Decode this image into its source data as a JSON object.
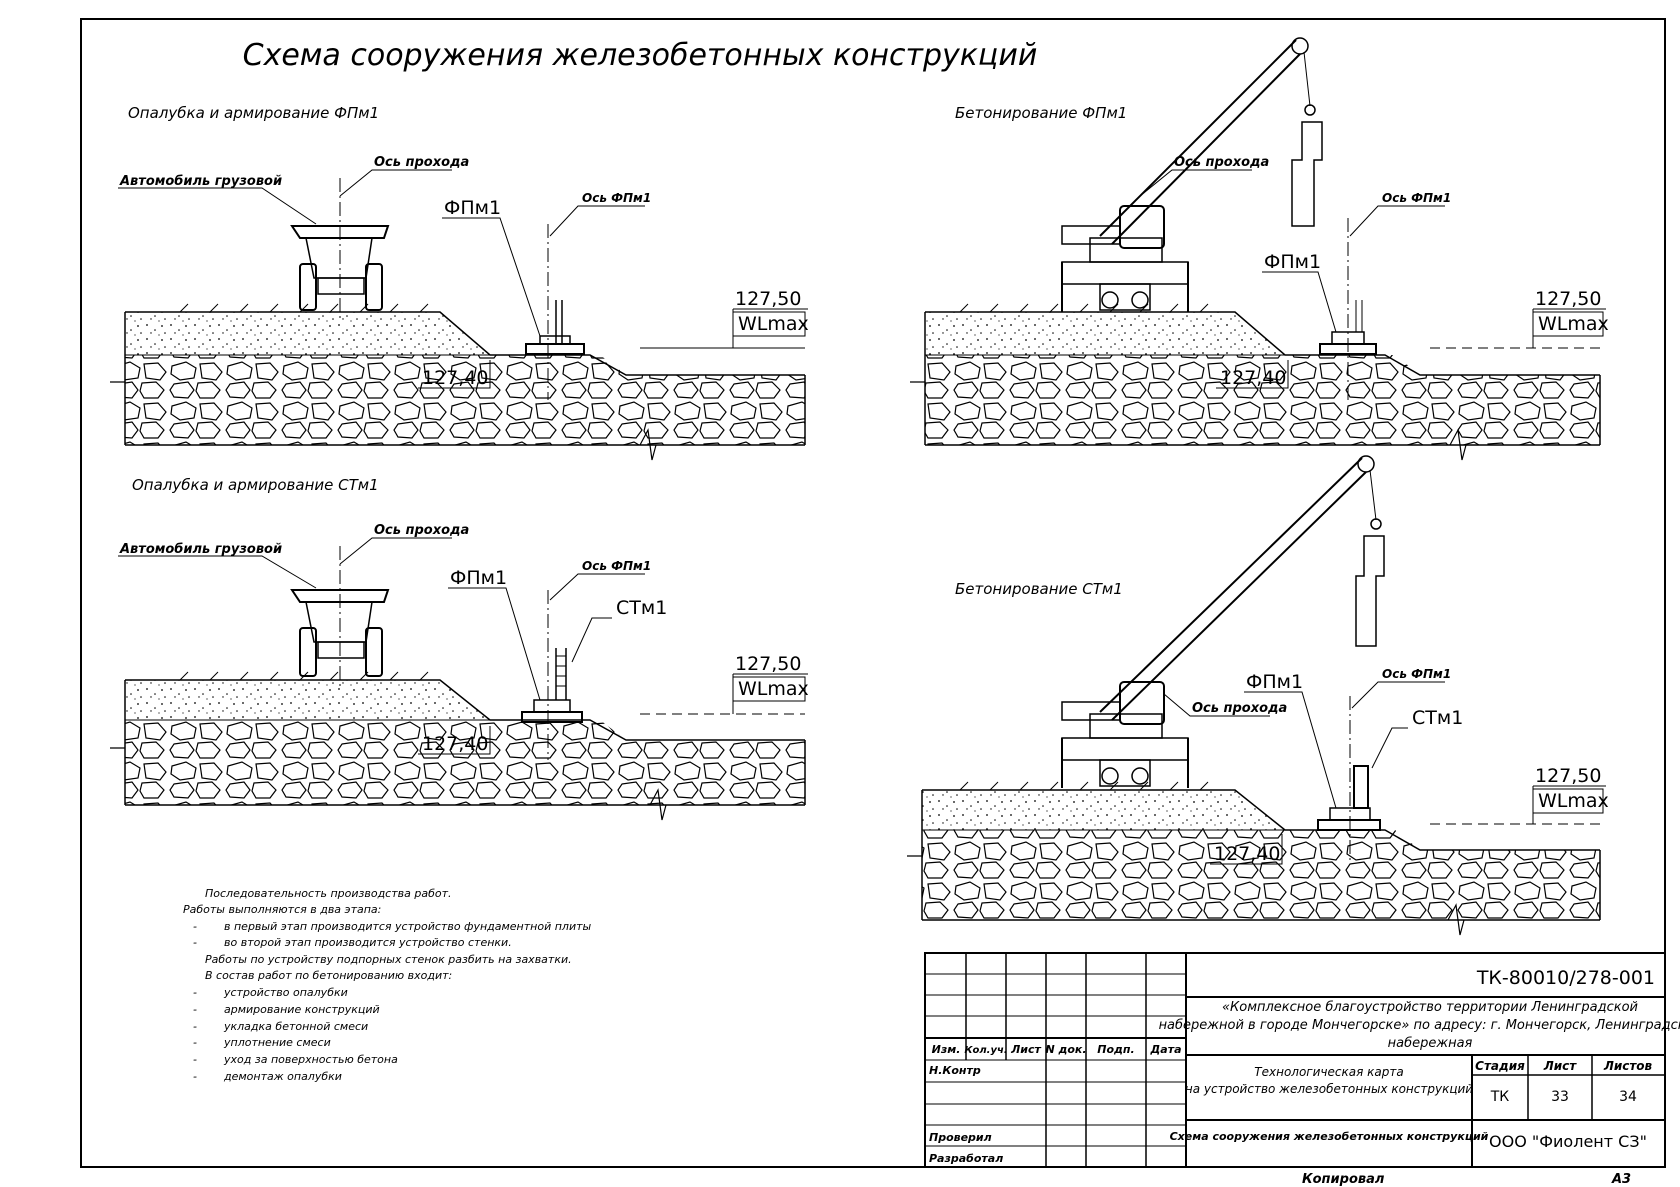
{
  "sheet_title": "Схема сооружения железобетонных конструкций",
  "panels": {
    "p1": {
      "title": "Опалубка и армирование ФПм1",
      "vehicle_label": "Автомобиль грузовой",
      "axis_passage_label": "Ось прохода",
      "axis_fpm_label": "Ось ФПм1",
      "element_label": "ФПм1",
      "elev_top": "127,50",
      "wl_label": "WLmax",
      "elev_low": "127,40"
    },
    "p2": {
      "title": "Бетонирование ФПм1",
      "axis_passage_label": "Ось прохода",
      "axis_fpm_label": "Ось ФПм1",
      "element_label": "ФПм1",
      "elev_top": "127,50",
      "wl_label": "WLmax",
      "elev_low": "127,40"
    },
    "p3": {
      "title": "Опалубка и армирование СТм1",
      "vehicle_label": "Автомобиль грузовой",
      "axis_passage_label": "Ось прохода",
      "axis_fpm_label": "Ось ФПм1",
      "element_label": "ФПм1",
      "wall_label": "СТм1",
      "elev_top": "127,50",
      "wl_label": "WLmax",
      "elev_low": "127,40"
    },
    "p4": {
      "title": "Бетонирование СТм1",
      "axis_passage_label": "Ось прохода",
      "axis_fpm_label": "Ось ФПм1",
      "element_label": "ФПм1",
      "wall_label": "СТм1",
      "elev_top": "127,50",
      "wl_label": "WLmax",
      "elev_low": "127,40"
    }
  },
  "notes": {
    "heading": "Последовательность производства работ.",
    "l1": "Работы выполняются в два этапа:",
    "l2": "в первый этап производится устройство фундаментной плиты",
    "l3": "во второй этап производится устройство стенки.",
    "l4": "Работы по устройству подпорных стенок разбить на захватки.",
    "l5": "В состав работ по бетонированию входит:",
    "l6": "устройство опалубки",
    "l7": "армирование конструкций",
    "l8": "укладка бетонной смеси",
    "l9": "уплотнение смеси",
    "l10": "уход за поверхностью бетона",
    "l11": "демонтаж опалубки",
    "dash": "-"
  },
  "title_block": {
    "doc_code": "ТК-80010/278-001",
    "project_line1": "«Комплексное благоустройство территории Ленинградской",
    "project_line2": "набережной в городе Мончегорске» по адресу: г. Мончегорск, Ленинградская",
    "project_line3": "набережная",
    "h_izm": "Изм.",
    "h_kol": "Кол.уч.",
    "h_list": "Лист",
    "h_ndok": "N док.",
    "h_podp": "Подп.",
    "h_data": "Дата",
    "r_nkontr": "Н.Контр",
    "r_proveril": "Проверил",
    "r_razrabotal": "Разработал",
    "doc_name_line1": "Технологическая карта",
    "doc_name_line2": "на устройство железобетонных конструкций",
    "h_stadia": "Стадия",
    "h_sheet": "Лист",
    "h_sheets": "Листов",
    "v_stadia": "ТК",
    "v_sheet": "33",
    "v_sheets": "34",
    "drawing_name": "Схема сооружения железобетонных конструкций",
    "company": "ООО \"Фиолент СЗ\""
  },
  "footer": {
    "copied": "Копировал",
    "format": "А3"
  }
}
